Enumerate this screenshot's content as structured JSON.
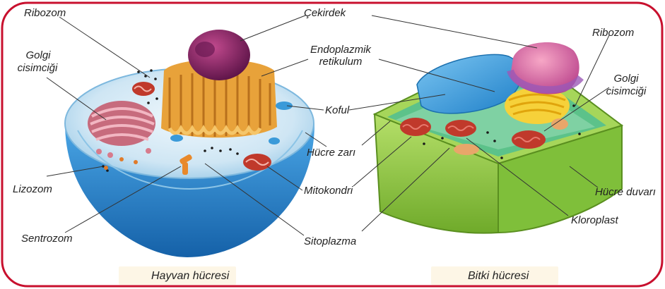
{
  "labels": {
    "ribozom_left": "Ribozom",
    "cekirdek": "Çekirdek",
    "golgi_left_1": "Golgi",
    "golgi_left_2": "cisimciği",
    "endoplazmik_1": "Endoplazmik",
    "endoplazmik_2": "retikulum",
    "ribozom_right": "Ribozom",
    "golgi_right_1": "Golgi",
    "golgi_right_2": "cisimciği",
    "koful": "Koful",
    "hucre_zari": "Hücre zarı",
    "lizozom": "Lizozom",
    "mitokondri": "Mitokondri",
    "hucre_duvari": "Hücre duvarı",
    "kloroplast": "Kloroplast",
    "sentrozom": "Sentrozom",
    "sitoplazma": "Sitoplazma"
  },
  "captions": {
    "animal": "Hayvan hücresi",
    "plant": "Bitki hücresi"
  },
  "colors": {
    "frame": "#c8102e",
    "membrane": "#2f8fd6",
    "cytoplasm": "#d9ecf7",
    "nucleus": "#8a2a6a",
    "er": "#e8a23a",
    "golgi": "#d98c8c",
    "cell_wall": "#8cc63f",
    "chloroplast": "#c0392b",
    "vacuole": "#3a9ad9"
  }
}
